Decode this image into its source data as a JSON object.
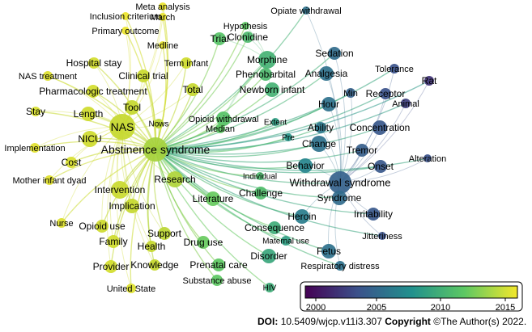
{
  "network": {
    "color_scale": [
      "#440154",
      "#3b528b",
      "#21908d",
      "#5dc863",
      "#c5d82e",
      "#f3e72b"
    ],
    "clusters": {
      "yellow": [
        "Inclusion criterium",
        "Meta analysis",
        "March",
        "Primary outcome",
        "Medline",
        "Hospital stay",
        "NAS treatment",
        "Term infant",
        "Clinical trial",
        "Pharmacologic treatment",
        "Total",
        "Stay",
        "Tool",
        "Length",
        "NAS",
        "Nows",
        "NICU",
        "Implementation",
        "Cost",
        "Mother infant dyad",
        "Research",
        "Intervention",
        "Implication",
        "Nurse",
        "Opioid use",
        "Support",
        "Family",
        "Health",
        "Knowledge",
        "Provider",
        "United State",
        "Abstinence syndrome"
      ],
      "green": [
        "Trial",
        "Hypothesis",
        "Clonidine",
        "Morphine",
        "Phenobarbital",
        "Newborn infant",
        "Opioid withdrawal",
        "Median",
        "Extent",
        "Pre",
        "Individual",
        "Literature",
        "Challenge",
        "Drug use",
        "Prenatal care",
        "Substance abuse",
        "Consequence",
        "Maternal use",
        "Disorder",
        "HIV"
      ],
      "blue": [
        "Opiate withdrawal",
        "Sedation",
        "Tolerance",
        "Rat",
        "Analgesia",
        "Min",
        "Receptor",
        "Animal",
        "Hour",
        "Ability",
        "Concentration",
        "Change",
        "Tremor",
        "Alteration",
        "Behavior",
        "Onset",
        "Withdrawal syndrome",
        "Syndrome",
        "Irritability",
        "Heroin",
        "Jitteriness",
        "Fetus",
        "Respiratory distress"
      ]
    }
  },
  "legend": {
    "ticks": [
      "2000",
      "2005",
      "2010",
      "2015"
    ]
  },
  "footer": {
    "doi_label": "DOI:",
    "doi_value": "10.5409/wjcp.v11i3.307",
    "copyright_label": "Copyright",
    "copyright_value": "©The Author(s) 2022."
  }
}
